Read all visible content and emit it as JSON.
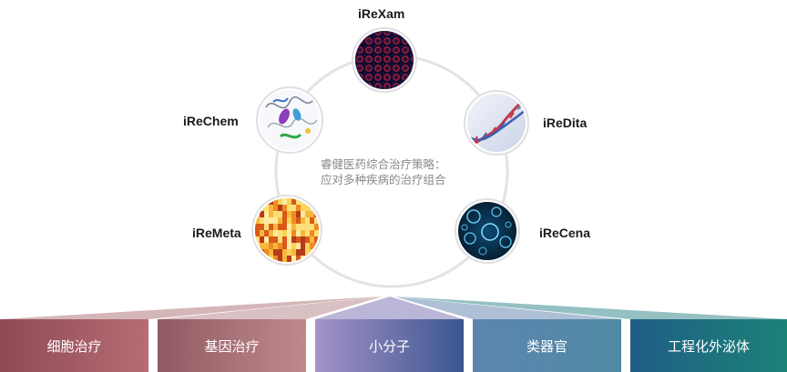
{
  "platforms": [
    {
      "label": "iReXam",
      "icon": "cell-network-icon"
    },
    {
      "label": "iReDita",
      "icon": "dna-helix-icon"
    },
    {
      "label": "iReCena",
      "icon": "vesicle-icon"
    },
    {
      "label": "iReMeta",
      "icon": "heatmap-icon"
    },
    {
      "label": "iReChem",
      "icon": "protein-structure-icon"
    }
  ],
  "center": {
    "line1": "睿健医药综合治疗策略：",
    "line2": "应对多种疾病的治疗组合"
  },
  "categories": [
    {
      "label": "细胞治疗"
    },
    {
      "label": "基因治疗"
    },
    {
      "label": "小分子"
    },
    {
      "label": "类器官"
    },
    {
      "label": "工程化外泌体"
    }
  ],
  "colors": {
    "ring": "#e3e3e3",
    "node_border": "#e0e0e0",
    "center_text": "#8a8a8a",
    "bar_1": "#a35f68",
    "bar_2": "#b07a7e",
    "bar_3": "#5f6fa8",
    "bar_4": "#5784ab",
    "bar_5": "#1d7480"
  }
}
